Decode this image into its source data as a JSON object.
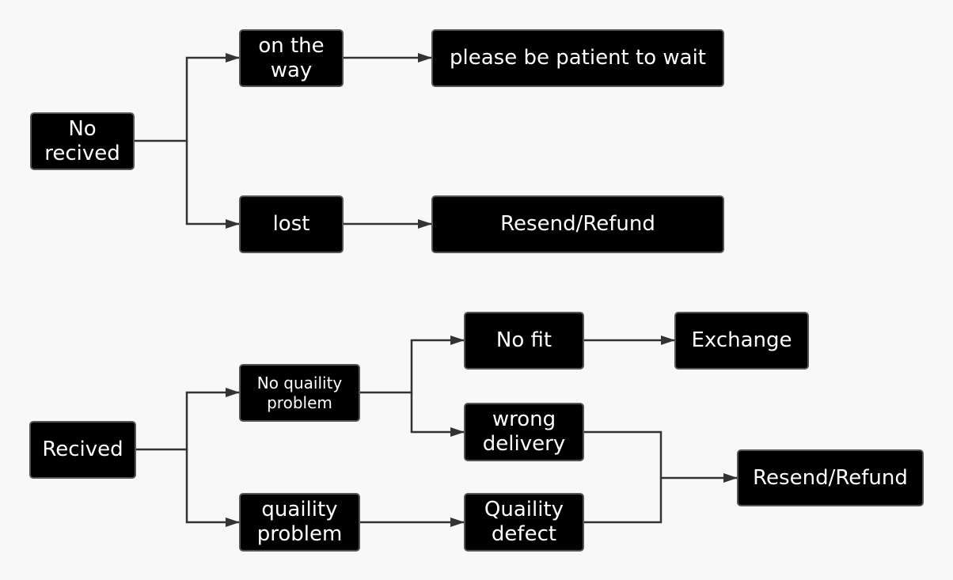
{
  "diagram": {
    "line_color": "#333333",
    "node_fill": "#000000",
    "node_text_color": "#ffffff",
    "background": "#f8f8f8",
    "nodes": {
      "no_received": "No\nrecived",
      "on_the_way": "on the\nway",
      "please_wait": "please be patient to wait",
      "lost": "lost",
      "resend_refund_top": "Resend/Refund",
      "received": "Recived",
      "no_quality_problem": "No quaility\nproblem",
      "quality_problem": "quaility\nproblem",
      "no_fit": "No fit",
      "exchange": "Exchange",
      "wrong_delivery": "wrong\ndelivery",
      "quality_defect": "Quaility\ndefect",
      "resend_refund_bottom": "Resend/Refund"
    },
    "edges": [
      [
        "no_received",
        "on_the_way"
      ],
      [
        "no_received",
        "lost"
      ],
      [
        "on_the_way",
        "please_wait"
      ],
      [
        "lost",
        "resend_refund_top"
      ],
      [
        "received",
        "no_quality_problem"
      ],
      [
        "received",
        "quality_problem"
      ],
      [
        "no_quality_problem",
        "no_fit"
      ],
      [
        "no_quality_problem",
        "wrong_delivery"
      ],
      [
        "no_fit",
        "exchange"
      ],
      [
        "wrong_delivery",
        "resend_refund_bottom"
      ],
      [
        "quality_problem",
        "quality_defect"
      ],
      [
        "quality_defect",
        "resend_refund_bottom"
      ]
    ]
  }
}
